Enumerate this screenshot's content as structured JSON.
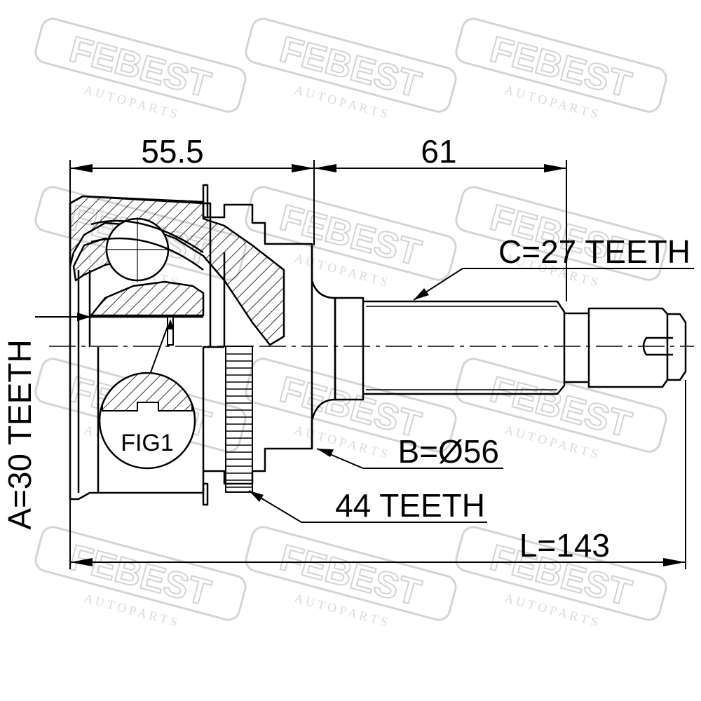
{
  "watermark": {
    "brand": "FEBEST",
    "tagline": "A U T O   P A R T S"
  },
  "dimensions": {
    "left_length": "55.5",
    "right_length": "61",
    "spline_c": "C=27 TEETH",
    "diameter_b": "B=Ø56",
    "abs_ring": "44 TEETH",
    "spline_a": "A=30 TEETH",
    "total_length": "L=143"
  },
  "figure_label": "FIG1",
  "colors": {
    "line": "#000000",
    "watermark": "#cfcfcf"
  }
}
